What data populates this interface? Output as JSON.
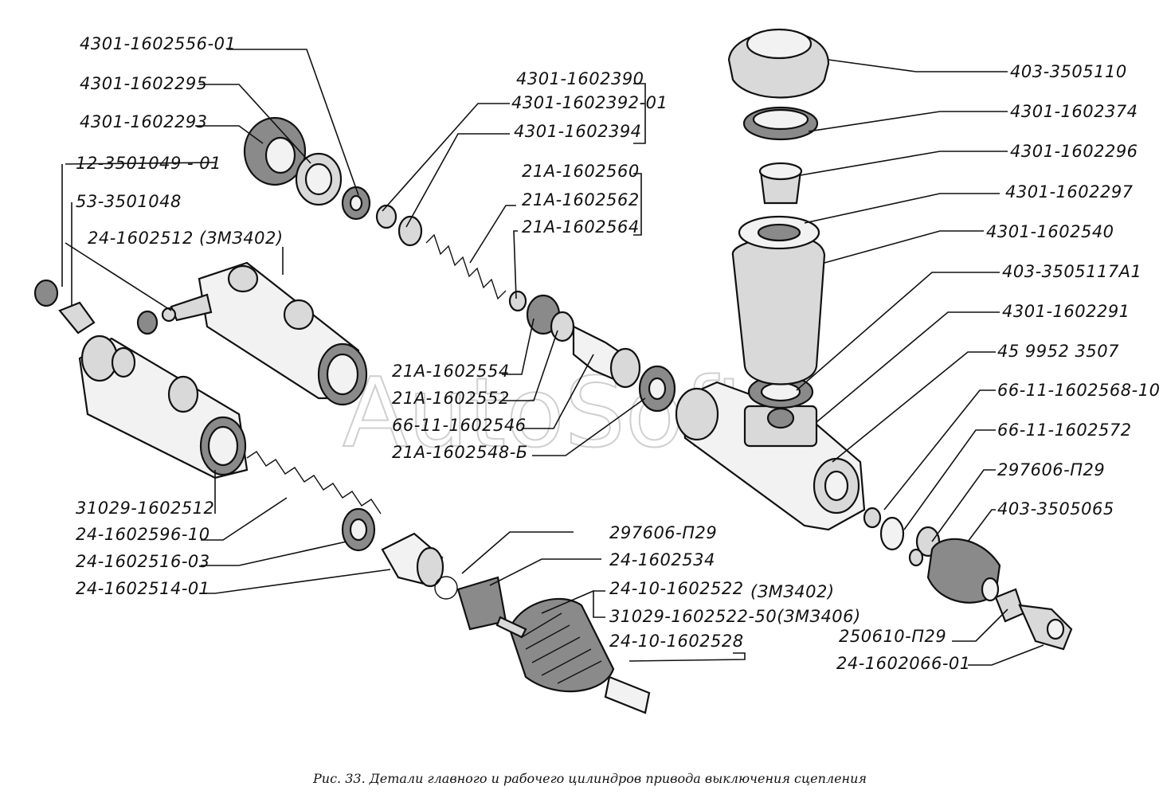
{
  "caption": "Рис. 33. Детали главного и рабочего цилиндров привода выключения сцепления",
  "watermark": "AutoSoft",
  "labels": [
    {
      "id": "l01",
      "text": "4301-1602556-01"
    },
    {
      "id": "l02",
      "text": "4301-1602295"
    },
    {
      "id": "l03",
      "text": "4301-1602293"
    },
    {
      "id": "l04",
      "text": "12-3501049 - 01"
    },
    {
      "id": "l05",
      "text": "53-3501048"
    },
    {
      "id": "l06",
      "text": "24-1602512 (ЗМЗ402)"
    },
    {
      "id": "l07",
      "text": "4301-1602390"
    },
    {
      "id": "l08",
      "text": "4301-1602392-01"
    },
    {
      "id": "l09",
      "text": "4301-1602394"
    },
    {
      "id": "l10",
      "text": "21А-1602560"
    },
    {
      "id": "l11",
      "text": "21А-1602562"
    },
    {
      "id": "l12",
      "text": "21А-1602564"
    },
    {
      "id": "l13",
      "text": "21А-1602554"
    },
    {
      "id": "l14",
      "text": "21А-1602552"
    },
    {
      "id": "l15",
      "text": "66-11-1602546"
    },
    {
      "id": "l16",
      "text": "21А-1602548-Б"
    },
    {
      "id": "l17",
      "text": "31029-1602512"
    },
    {
      "id": "l18",
      "text": "24-1602596-10"
    },
    {
      "id": "l19",
      "text": "24-1602516-03"
    },
    {
      "id": "l20",
      "text": "24-1602514-01"
    },
    {
      "id": "l21",
      "text": "297606-П29"
    },
    {
      "id": "l22",
      "text": "24-1602534"
    },
    {
      "id": "l23",
      "text": "24-10-1602522"
    },
    {
      "id": "l24",
      "text": "(ЗМЗ402)"
    },
    {
      "id": "l25",
      "text": "31029-1602522-50(ЗМЗ406)"
    },
    {
      "id": "l26",
      "text": "24-10-1602528"
    },
    {
      "id": "l27",
      "text": "403-3505110"
    },
    {
      "id": "l28",
      "text": "4301-1602374"
    },
    {
      "id": "l29",
      "text": "4301-1602296"
    },
    {
      "id": "l30",
      "text": "4301-1602297"
    },
    {
      "id": "l31",
      "text": "4301-1602540"
    },
    {
      "id": "l32",
      "text": "403-3505117А1"
    },
    {
      "id": "l33",
      "text": "4301-1602291"
    },
    {
      "id": "l34",
      "text": "45 9952 3507"
    },
    {
      "id": "l35",
      "text": "66-11-1602568-10"
    },
    {
      "id": "l36",
      "text": "66-11-1602572"
    },
    {
      "id": "l37",
      "text": "297606-П29"
    },
    {
      "id": "l38",
      "text": "403-3505065"
    },
    {
      "id": "l39",
      "text": "250610-П29"
    },
    {
      "id": "l40",
      "text": "24-1602066-01"
    }
  ]
}
